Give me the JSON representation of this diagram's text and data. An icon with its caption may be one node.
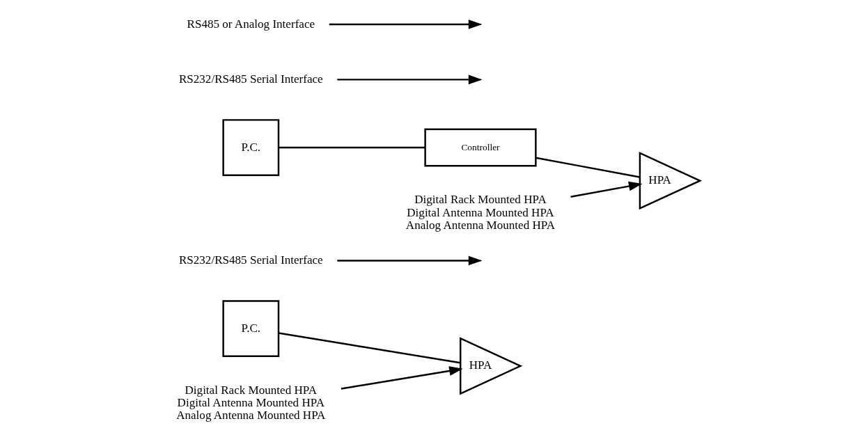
{
  "diagram": {
    "nodes": [
      {
        "text": [
          "P.C."
        ]
      },
      {
        "text": [
          "HPA"
        ]
      },
      {
        "text": [
          "RS232/RS485 Serial Interface"
        ]
      },
      {
        "text": [
          "Digital Rack Mounted HPA",
          "Digital Antenna Mounted HPA",
          "Analog Antenna Mounted HPA"
        ]
      },
      {
        "text": [
          "P.C."
        ]
      },
      {
        "text": [
          "Controller"
        ]
      },
      {
        "text": [
          "HPA"
        ]
      },
      {
        "text": [
          "RS232/RS485 Serial Interface"
        ]
      },
      {
        "text": [
          "RS485 or Analog Interface"
        ]
      },
      {
        "text": [
          "Digital Rack Mounted HPA",
          "Digital Antenna Mounted HPA",
          "Analog Antenna Mounted HPA"
        ]
      }
    ],
    "edges": [
      {
        "from": 0,
        "to": 1,
        "arrow": "none"
      },
      {
        "from": 2,
        "to": null,
        "arrow": "to"
      },
      {
        "from": 3,
        "to": 1,
        "arrow": "to"
      },
      {
        "from": 4,
        "to": 5,
        "arrow": "none"
      },
      {
        "from": 5,
        "to": 6,
        "arrow": "none"
      },
      {
        "from": 7,
        "to": null,
        "arrow": "to"
      },
      {
        "from": 8,
        "to": null,
        "arrow": "to"
      },
      {
        "from": 9,
        "to": 6,
        "arrow": "to"
      }
    ]
  }
}
